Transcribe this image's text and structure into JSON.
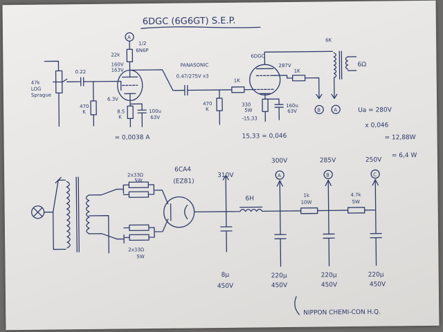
{
  "title": "6DGC (6G6GT) S.E.P.",
  "labels": {
    "node_a": "A",
    "node_b": "B",
    "node_c": "C",
    "half_tube": "1/2",
    "tube_6n6p": "6N6P",
    "r_plate1": "22k",
    "r_grid_top1": "160V",
    "r_grid_top2": "163V",
    "pot1": "47k",
    "pot2": "LOG",
    "pot3": "Sprague",
    "c_in": "0.22",
    "r_grid_leak1": "470",
    "r_grid_leak2": "K",
    "r_k1a": "6.3V",
    "r_k1b": "8.5",
    "r_k1c": "K",
    "c_k1a": "100u",
    "c_k1b": "63V",
    "bias1": "= 0,0038 A",
    "coupling1": "PANASONIC",
    "coupling2": "0.47/275V x3",
    "r_g2a": "470",
    "r_g2b": "K",
    "r_series": "1K",
    "tube2": "6DGC",
    "v_screen": "287V",
    "r_screen": "1K",
    "r_k2a": "330",
    "r_k2b": "5W",
    "v_k2": "-15,33",
    "c_k2a": "160u",
    "c_k2b": "63V",
    "calc2": "15,33 = 0,046",
    "ot_label": "6K",
    "speaker": "6Ω",
    "ua": "Ua = 280V",
    "mult": "x 0,046",
    "p1": "= 12,88W",
    "p2": "= 6,4 W",
    "rect1": "6CA4",
    "rect2": "(EZ81)",
    "rr_top1": "2x33Ω",
    "rr_top2": "5W",
    "rr_bot1": "2x33Ω",
    "rr_bot2": "5W",
    "v_310": "310V",
    "v_300": "300V",
    "v_285": "285V",
    "v_250": "250V",
    "choke": "6H",
    "r_ab1": "1k",
    "r_ab2": "10W",
    "r_bc1": "4.7k",
    "r_bc2": "5W",
    "cap1a": "8µ",
    "cap1b": "450V",
    "cap2a": "220µ",
    "cap2b": "450V",
    "cap3a": "220µ",
    "cap3b": "450V",
    "cap4a": "220µ",
    "cap4b": "450V",
    "brand": "NIPPON CHEMI-CON H.Q."
  }
}
